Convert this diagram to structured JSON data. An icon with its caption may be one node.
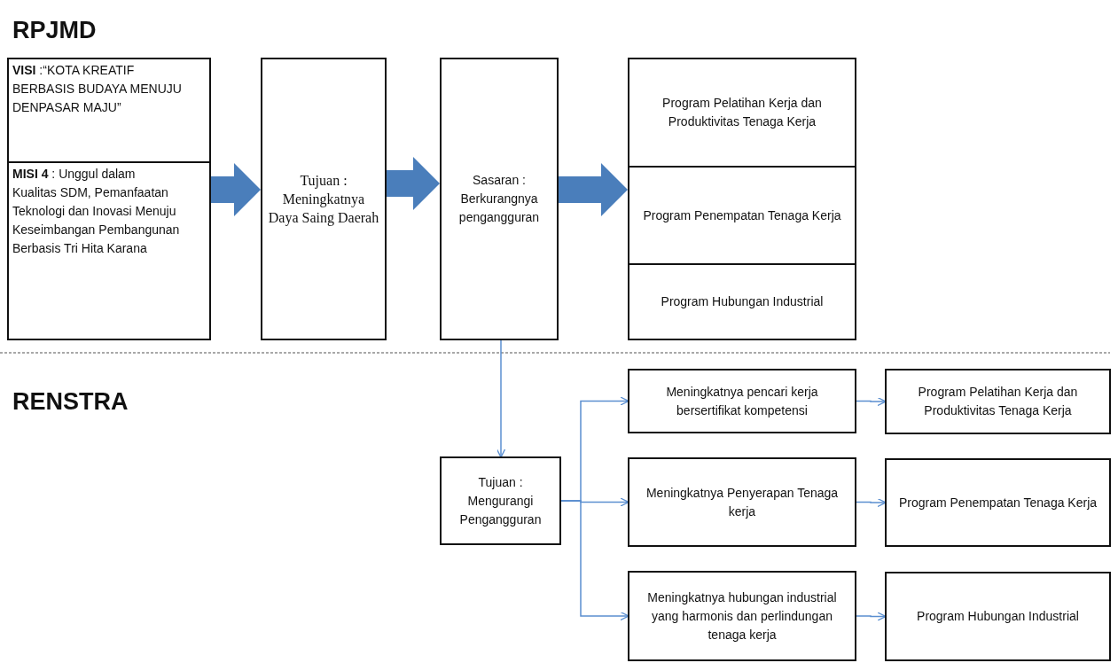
{
  "diagram": {
    "nodes": [
      {
        "text": [
          "**VISI** :“KOTA KREATIF BERBASIS BUDAYA MENUJU DENPASAR MAJU”"
        ]
      },
      {
        "text": [
          "**MISI 4** : Unggul dalam Kualitas SDM, Pemanfaatan Teknologi dan Inovasi Menuju Keseimbangan Pembangunan Berbasis Tri Hita Karana"
        ]
      },
      {
        "text": [
          "Tujuan : Meningkatnya Daya Saing Daerah"
        ]
      },
      {
        "text": [
          "Sasaran : Berkurangnya pengangguran"
        ]
      },
      {
        "text": [],
        "shape": "box"
      },
      {
        "text": [
          "Program Pelatihan Kerja dan Produktivitas Tenaga  Kerja"
        ],
        "in": 4
      },
      {
        "text": [
          "Program Penempatan Tenaga Kerja"
        ],
        "in": 4
      },
      {
        "text": [
          "Program Hubungan Industrial"
        ],
        "in": 4
      },
      {
        "text": [
          "Tujuan : Mengurangi Pengangguran"
        ]
      },
      {
        "text": [
          "Meningkatnya pencari kerja bersertifikat kompetensi"
        ]
      },
      {
        "text": [
          "Meningkatnya Penyerapan Tenaga kerja"
        ]
      },
      {
        "text": [
          "Meningkatnya hubungan industrial yang harmonis dan perlindungan tenaga kerja"
        ]
      },
      {
        "text": [
          "Program Pelatihan Kerja dan Produktivitas Tenaga  Kerja"
        ]
      },
      {
        "text": [
          "Program Penempatan Tenaga Kerja"
        ]
      },
      {
        "text": [
          "Program Hubungan Industrial"
        ]
      }
    ],
    "edges": [
      {
        "from": 1,
        "to": 2,
        "arrow": "to",
        "style": "thick"
      },
      {
        "from": 2,
        "to": 3,
        "arrow": "to",
        "style": "thick"
      },
      {
        "from": 3,
        "to": 4,
        "arrow": "to",
        "style": "thick"
      },
      {
        "from": 3,
        "to": 8,
        "arrow": "to"
      },
      {
        "from": 8,
        "to": 9,
        "arrow": "to"
      },
      {
        "from": 8,
        "to": 10,
        "arrow": "to"
      },
      {
        "from": 8,
        "to": 11,
        "arrow": "to"
      },
      {
        "from": 9,
        "to": 12,
        "arrow": "to"
      },
      {
        "from": 10,
        "to": 13,
        "arrow": "to"
      },
      {
        "from": 11,
        "to": 14,
        "arrow": "to"
      }
    ],
    "labels": [
      "RPJMD",
      "RENSTRA"
    ]
  }
}
